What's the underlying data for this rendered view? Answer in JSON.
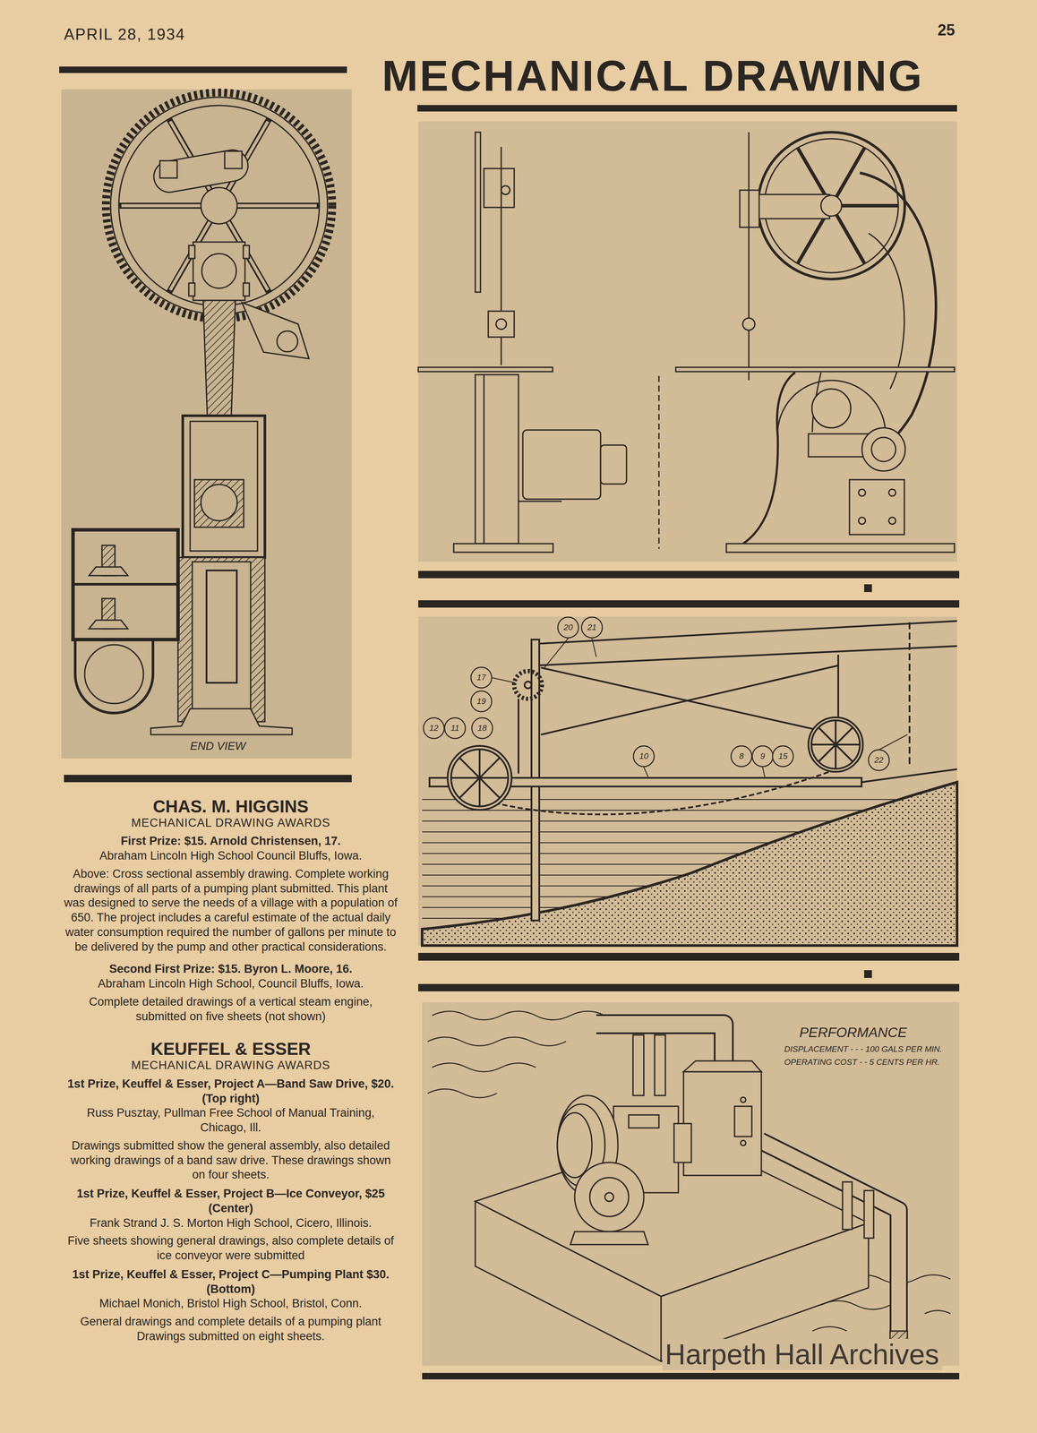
{
  "diagram": {
    "title": "MECHANICAL DRAWING",
    "labels": [
      "APRIL 28, 1934",
      "25",
      "END VIEW",
      "20",
      "21",
      "17",
      "19",
      "12",
      "11",
      "18",
      "10",
      "8",
      "9",
      "15",
      "22",
      "PERFORMANCE",
      "DISPLACEMENT - - - 100 GALS PER MIN.",
      "OPERATING COST - - 5 CENTS PER HR.",
      "CHAS. M. HIGGINS",
      "MECHANICAL DRAWING AWARDS",
      "First Prize: $15. Arnold Christensen, 17.",
      "Abraham Lincoln High School Council Bluffs, Iowa.",
      "Above: Cross sectional assembly drawing. Complete working drawings of all parts of a pumping plant submitted. This plant was designed to serve the needs of a village with a population of 650. The project includes a careful estimate of the actual daily water consumption required the number of gallons per minute to be delivered by the pump and other practical considerations.",
      "Second First Prize: $15. Byron L. Moore, 16.",
      "Abraham Lincoln High School, Council Bluffs, Iowa.",
      "Complete detailed drawings of a vertical steam engine, submitted on five sheets (not shown)",
      "KEUFFEL & ESSER",
      "MECHANICAL DRAWING AWARDS",
      "1st Prize, Keuffel & Esser, Project A—Band Saw Drive, $20. (Top right)",
      "Russ Pusztay, Pullman Free School of Manual Training, Chicago, Ill.",
      "Drawings submitted show the general assembly, also detailed working drawings of a band saw drive. These drawings shown on four sheets.",
      "1st Prize, Keuffel & Esser, Project B—Ice Conveyor, $25 (Center)",
      "Frank Strand J. S. Morton High School, Cicero, Illinois.",
      "Five sheets showing general drawings, also complete details of ice conveyor were submitted",
      "1st Prize, Keuffel & Esser, Project C—Pumping Plant $30. (Bottom)",
      "Michael Monich, Bristol High School, Bristol, Conn.",
      "General drawings and complete details of a pumping plant Drawings submitted on eight sheets.",
      "Harpeth Hall Archives"
    ]
  }
}
